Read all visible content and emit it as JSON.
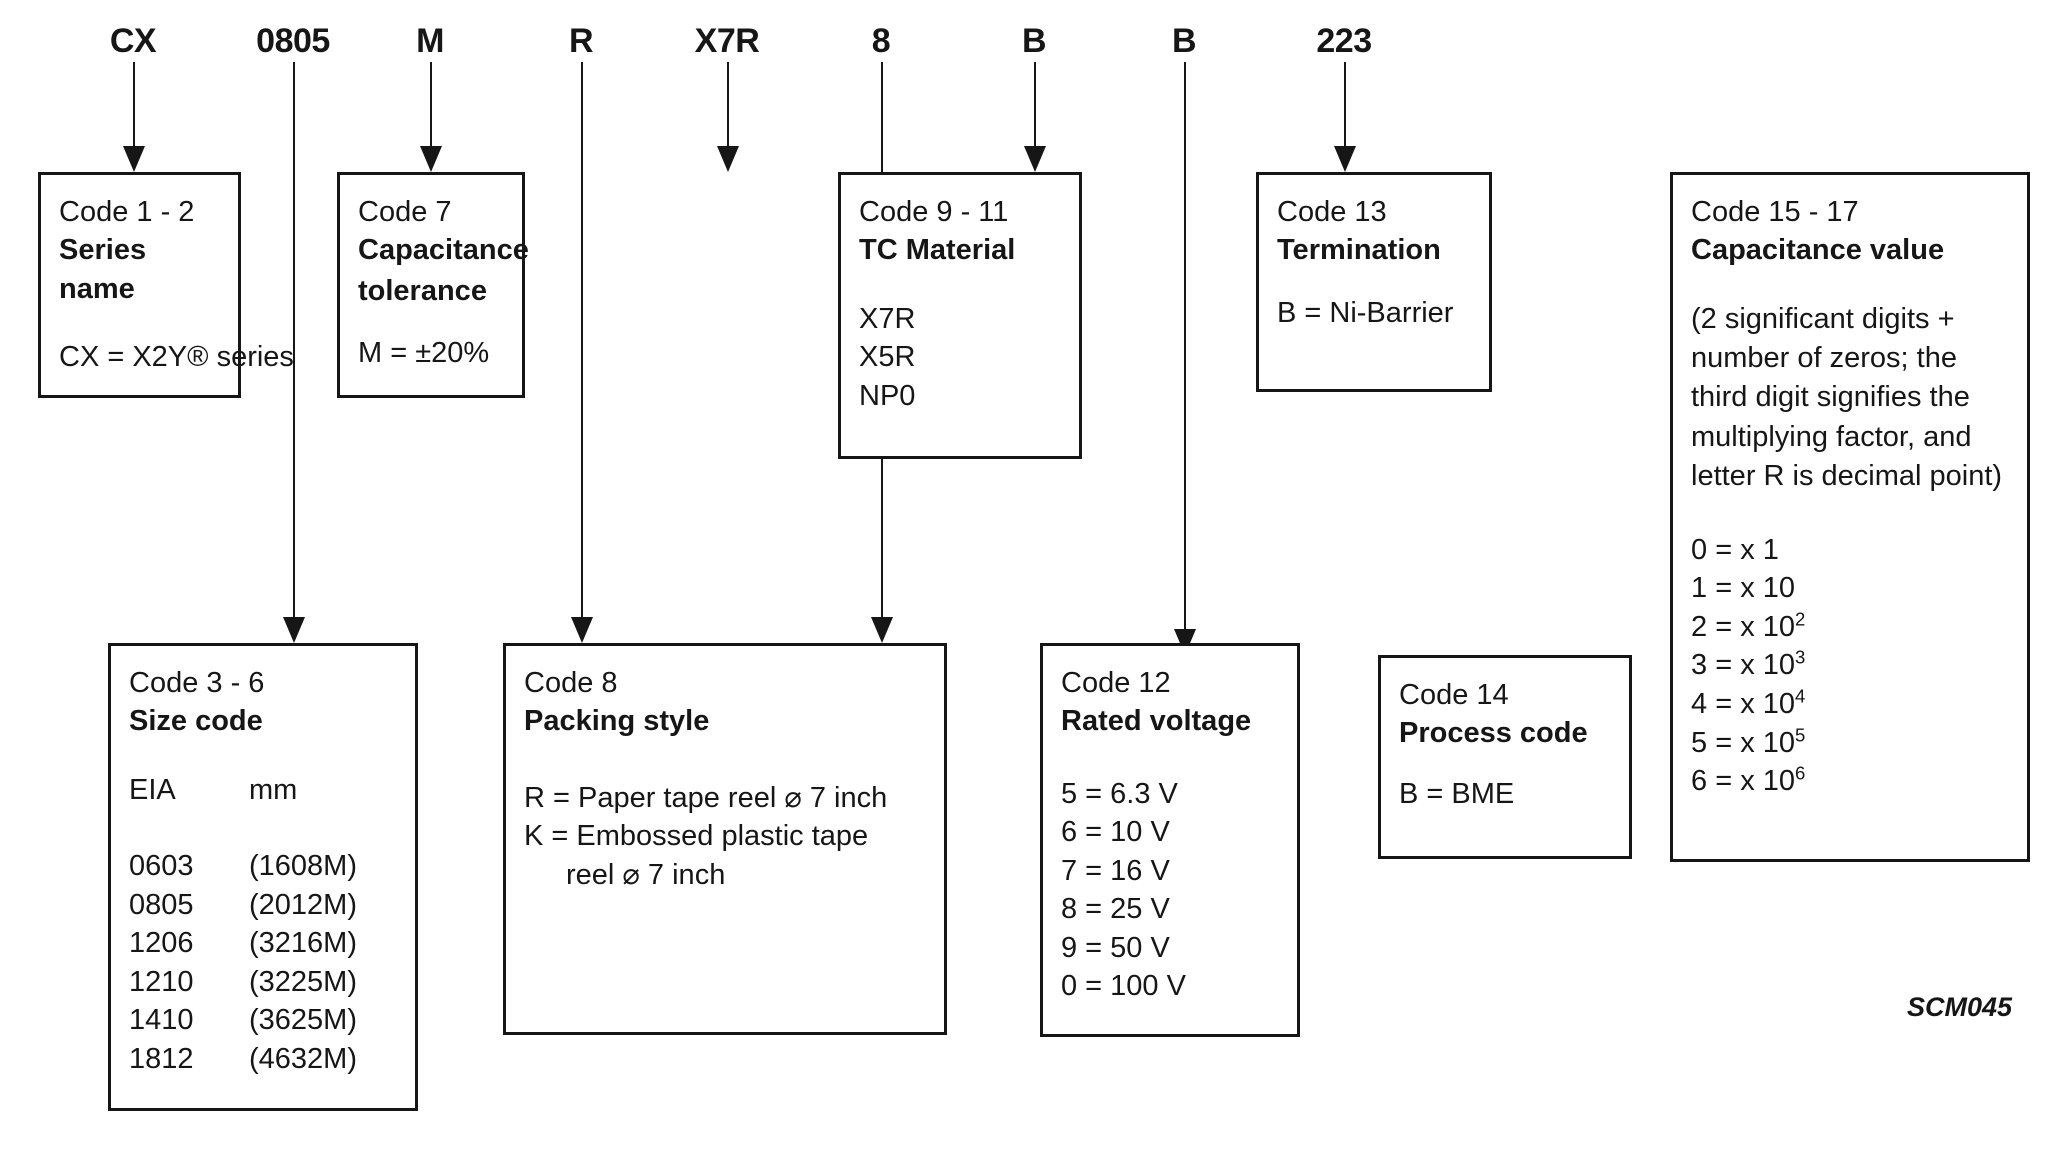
{
  "diagram": {
    "part_number_segments": [
      {
        "label": "CX"
      },
      {
        "label": "0805"
      },
      {
        "label": "M"
      },
      {
        "label": "R"
      },
      {
        "label": "X7R"
      },
      {
        "label": "8"
      },
      {
        "label": "B"
      },
      {
        "label": "B"
      },
      {
        "label": "223"
      }
    ],
    "figure_code": "SCM045",
    "boxes": {
      "series_name": {
        "code": "Code 1 - 2",
        "title": "Series name",
        "lines": [
          "CX = X2Y® series"
        ]
      },
      "size_code": {
        "code": "Code 3 - 6",
        "title": "Size code",
        "header": {
          "eia": "EIA",
          "mm": "mm"
        },
        "rows": [
          {
            "eia": "0603",
            "mm": "(1608M)"
          },
          {
            "eia": "0805",
            "mm": "(2012M)"
          },
          {
            "eia": "1206",
            "mm": "(3216M)"
          },
          {
            "eia": "1210",
            "mm": "(3225M)"
          },
          {
            "eia": "1410",
            "mm": "(3625M)"
          },
          {
            "eia": "1812",
            "mm": "(4632M)"
          }
        ]
      },
      "capacitance_tolerance": {
        "code": "Code 7",
        "title_line1": "Capacitance",
        "title_line2": "tolerance",
        "lines": [
          "M = ±20%"
        ]
      },
      "packing_style": {
        "code": "Code 8",
        "title": "Packing style",
        "lines": [
          "R = Paper tape reel ⌀ 7 inch",
          "K = Embossed plastic tape"
        ],
        "continuation": "reel ⌀ 7 inch"
      },
      "tc_material": {
        "code": "Code 9 - 11",
        "title": "TC Material",
        "lines": [
          "X7R",
          "X5R",
          "NP0"
        ]
      },
      "rated_voltage": {
        "code": "Code 12",
        "title": "Rated voltage",
        "lines": [
          "5 = 6.3 V",
          "6 = 10 V",
          "7 = 16 V",
          "8 = 25 V",
          "9 = 50 V",
          "0 = 100 V"
        ]
      },
      "termination": {
        "code": "Code 13",
        "title": "Termination",
        "lines": [
          "B = Ni-Barrier"
        ]
      },
      "process_code": {
        "code": "Code 14",
        "title": "Process code",
        "lines": [
          "B = BME"
        ]
      },
      "capacitance_value": {
        "code": "Code 15 - 17",
        "title": "Capacitance value",
        "description": "(2 significant digits + number of zeros; the third digit signifies the multiplying factor, and letter R is decimal point)",
        "multipliers": [
          {
            "digit": "0",
            "factor": "x 1",
            "exp": ""
          },
          {
            "digit": "1",
            "factor": "x 10",
            "exp": ""
          },
          {
            "digit": "2",
            "factor": "x 10",
            "exp": "2"
          },
          {
            "digit": "3",
            "factor": "x 10",
            "exp": "3"
          },
          {
            "digit": "4",
            "factor": "x 10",
            "exp": "4"
          },
          {
            "digit": "5",
            "factor": "x 10",
            "exp": "5"
          },
          {
            "digit": "6",
            "factor": "x 10",
            "exp": "6"
          }
        ]
      }
    }
  },
  "colors": {
    "ink": "#161616",
    "background": "#ffffff"
  }
}
